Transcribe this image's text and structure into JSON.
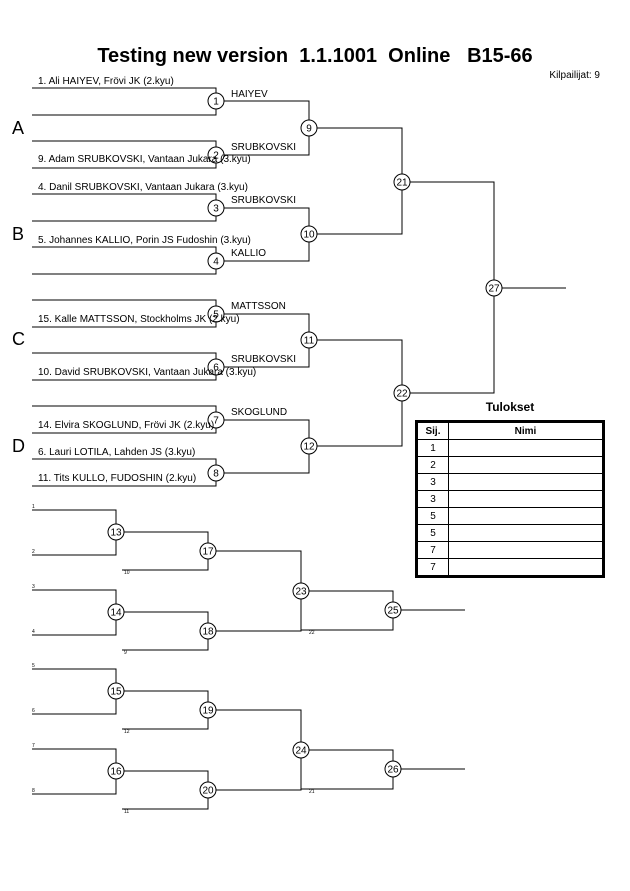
{
  "title": "Testing new version  1.1.1001  Online   B15-66",
  "competitor_count": "Kilpailijat: 9",
  "pools": [
    "A",
    "B",
    "C",
    "D"
  ],
  "entries": [
    "1. Ali HAIYEV, Frövi JK (2.kyu)",
    "9. Adam SRUBKOVSKI, Vantaan Jukara (3.kyu)",
    "4. Danil SRUBKOVSKI, Vantaan Jukara (3.kyu)",
    "5. Johannes KALLIO, Porin JS Fudoshin (3.kyu)",
    "15. Kalle MATTSSON, Stockholms JK (2.kyu)",
    "10. David SRUBKOVSKI, Vantaan Jukara (3.kyu)",
    "14. Elvira SKOGLUND, Frövi JK (2.kyu)",
    "6. Lauri LOTILA, Lahden JS (3.kyu)",
    "11. Tits KULLO, FUDOSHIN (2.kyu)"
  ],
  "winner_labels": [
    "HAIYEV",
    "SRUBKOVSKI",
    "SRUBKOVSKI",
    "KALLIO",
    "MATTSSON",
    "SRUBKOVSKI",
    "SKOGLUND"
  ],
  "match_numbers": {
    "main": [
      "1",
      "2",
      "3",
      "4",
      "5",
      "6",
      "7",
      "8",
      "9",
      "10",
      "11",
      "12",
      "21",
      "22",
      "27"
    ],
    "repechage": [
      "13",
      "14",
      "15",
      "16",
      "17",
      "18",
      "19",
      "20",
      "23",
      "24",
      "25",
      "26"
    ]
  },
  "repechage_labels": [
    "1",
    "2",
    "10",
    "3",
    "4",
    "9",
    "22",
    "5",
    "6",
    "12",
    "7",
    "8",
    "11",
    "21"
  ],
  "results": {
    "title": "Tulokset",
    "col_rank": "Sij.",
    "col_name": "Nimi",
    "rows": [
      {
        "rank": "1",
        "name": ""
      },
      {
        "rank": "2",
        "name": ""
      },
      {
        "rank": "3",
        "name": ""
      },
      {
        "rank": "3",
        "name": ""
      },
      {
        "rank": "5",
        "name": ""
      },
      {
        "rank": "5",
        "name": ""
      },
      {
        "rank": "7",
        "name": ""
      },
      {
        "rank": "7",
        "name": ""
      }
    ]
  }
}
